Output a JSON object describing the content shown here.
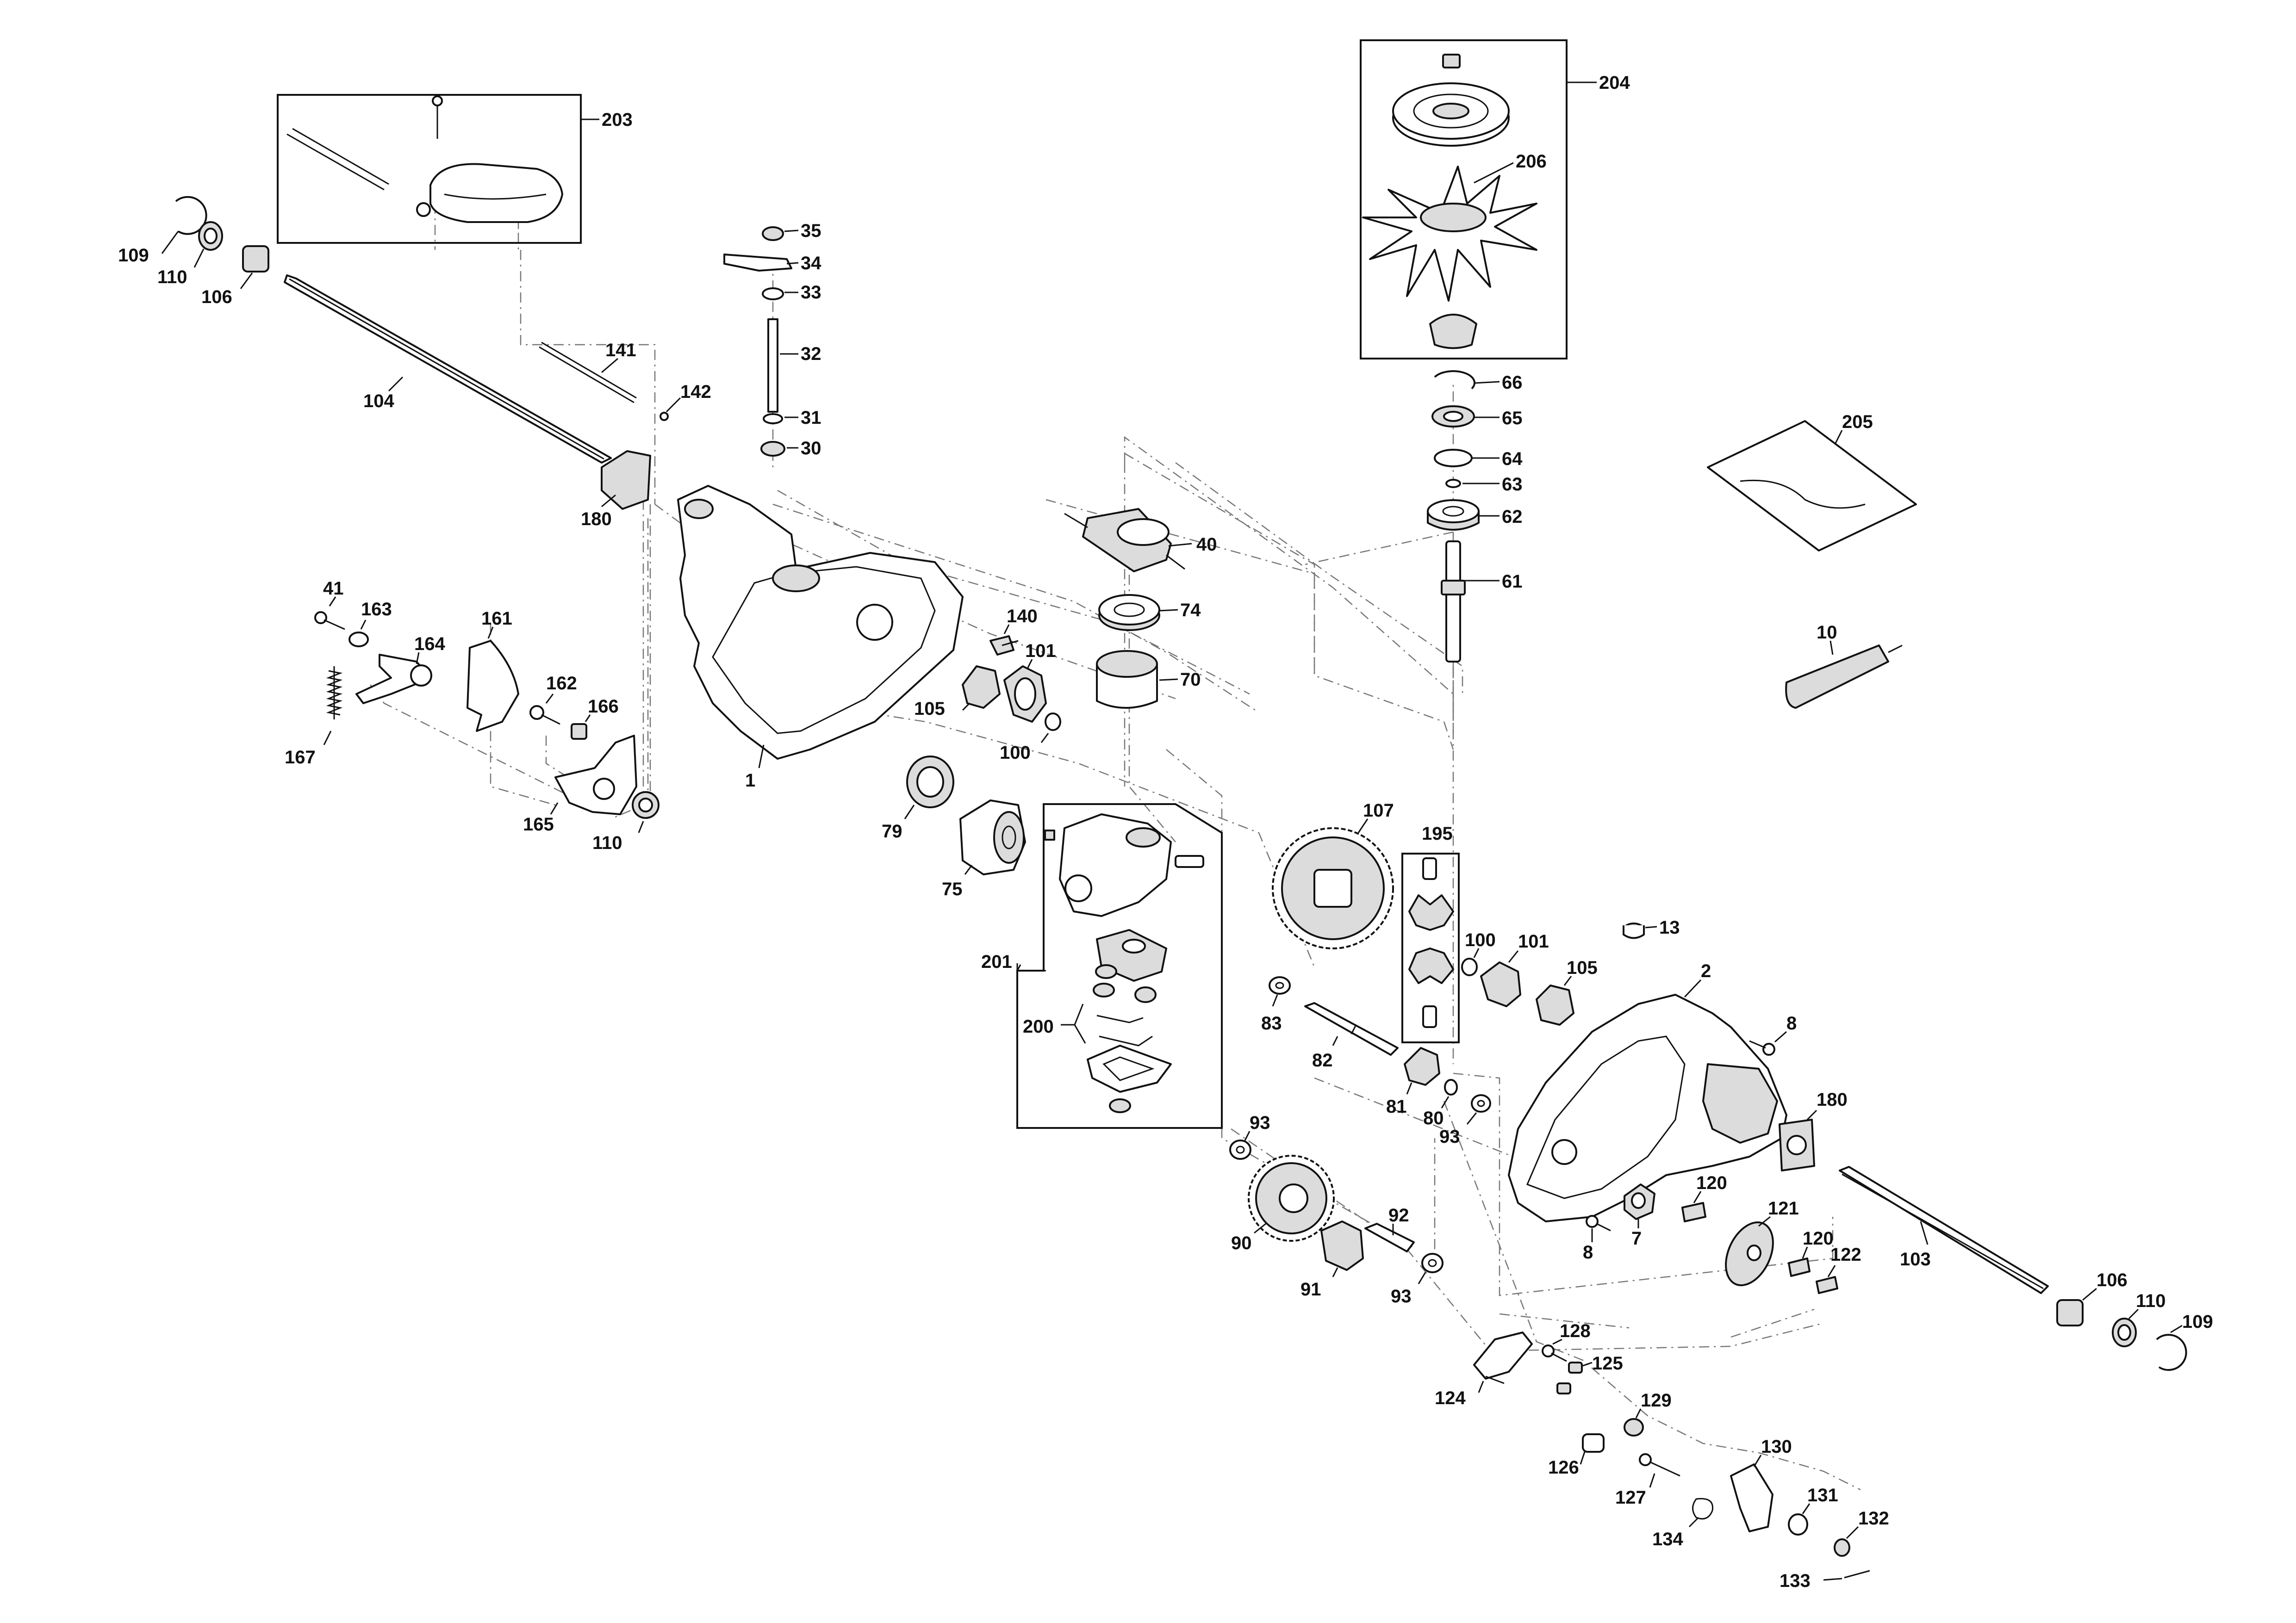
{
  "labels": {
    "l203": "203",
    "l204": "204",
    "l206": "206",
    "l205": "205",
    "l10": "10",
    "l109a": "109",
    "l110a": "110",
    "l106a": "106",
    "l104": "104",
    "l141": "141",
    "l142": "142",
    "l180a": "180",
    "l35": "35",
    "l34": "34",
    "l33": "33",
    "l32": "32",
    "l31": "31",
    "l30": "30",
    "l40": "40",
    "l74": "74",
    "l70": "70",
    "l66": "66",
    "l65": "65",
    "l64": "64",
    "l63": "63",
    "l62": "62",
    "l61": "61",
    "l41": "41",
    "l163": "163",
    "l164": "164",
    "l161": "161",
    "l167": "167",
    "l162": "162",
    "l166": "166",
    "l165": "165",
    "l110b": "110",
    "l1": "1",
    "l140": "140",
    "l101a": "101",
    "l105a": "105",
    "l100a": "100",
    "l79": "79",
    "l75": "75",
    "l201": "201",
    "l200": "200",
    "l107": "107",
    "l195": "195",
    "l100b": "100",
    "l101b": "101",
    "l105b": "105",
    "l13": "13",
    "l2": "2",
    "l8a": "8",
    "l180b": "180",
    "l83": "83",
    "l82": "82",
    "l81": "81",
    "l80": "80",
    "l93a": "93",
    "l93b": "93",
    "l90": "90",
    "l91": "91",
    "l92": "92",
    "l93c": "93",
    "l8b": "8",
    "l7": "7",
    "l120a": "120",
    "l121": "121",
    "l120b": "120",
    "l122": "122",
    "l103": "103",
    "l106b": "106",
    "l110c": "110",
    "l109b": "109",
    "l128": "128",
    "l125": "125",
    "l124": "124",
    "l129": "129",
    "l126": "126",
    "l127": "127",
    "l130": "130",
    "l131": "131",
    "l132": "132",
    "l134": "134",
    "l133": "133"
  }
}
